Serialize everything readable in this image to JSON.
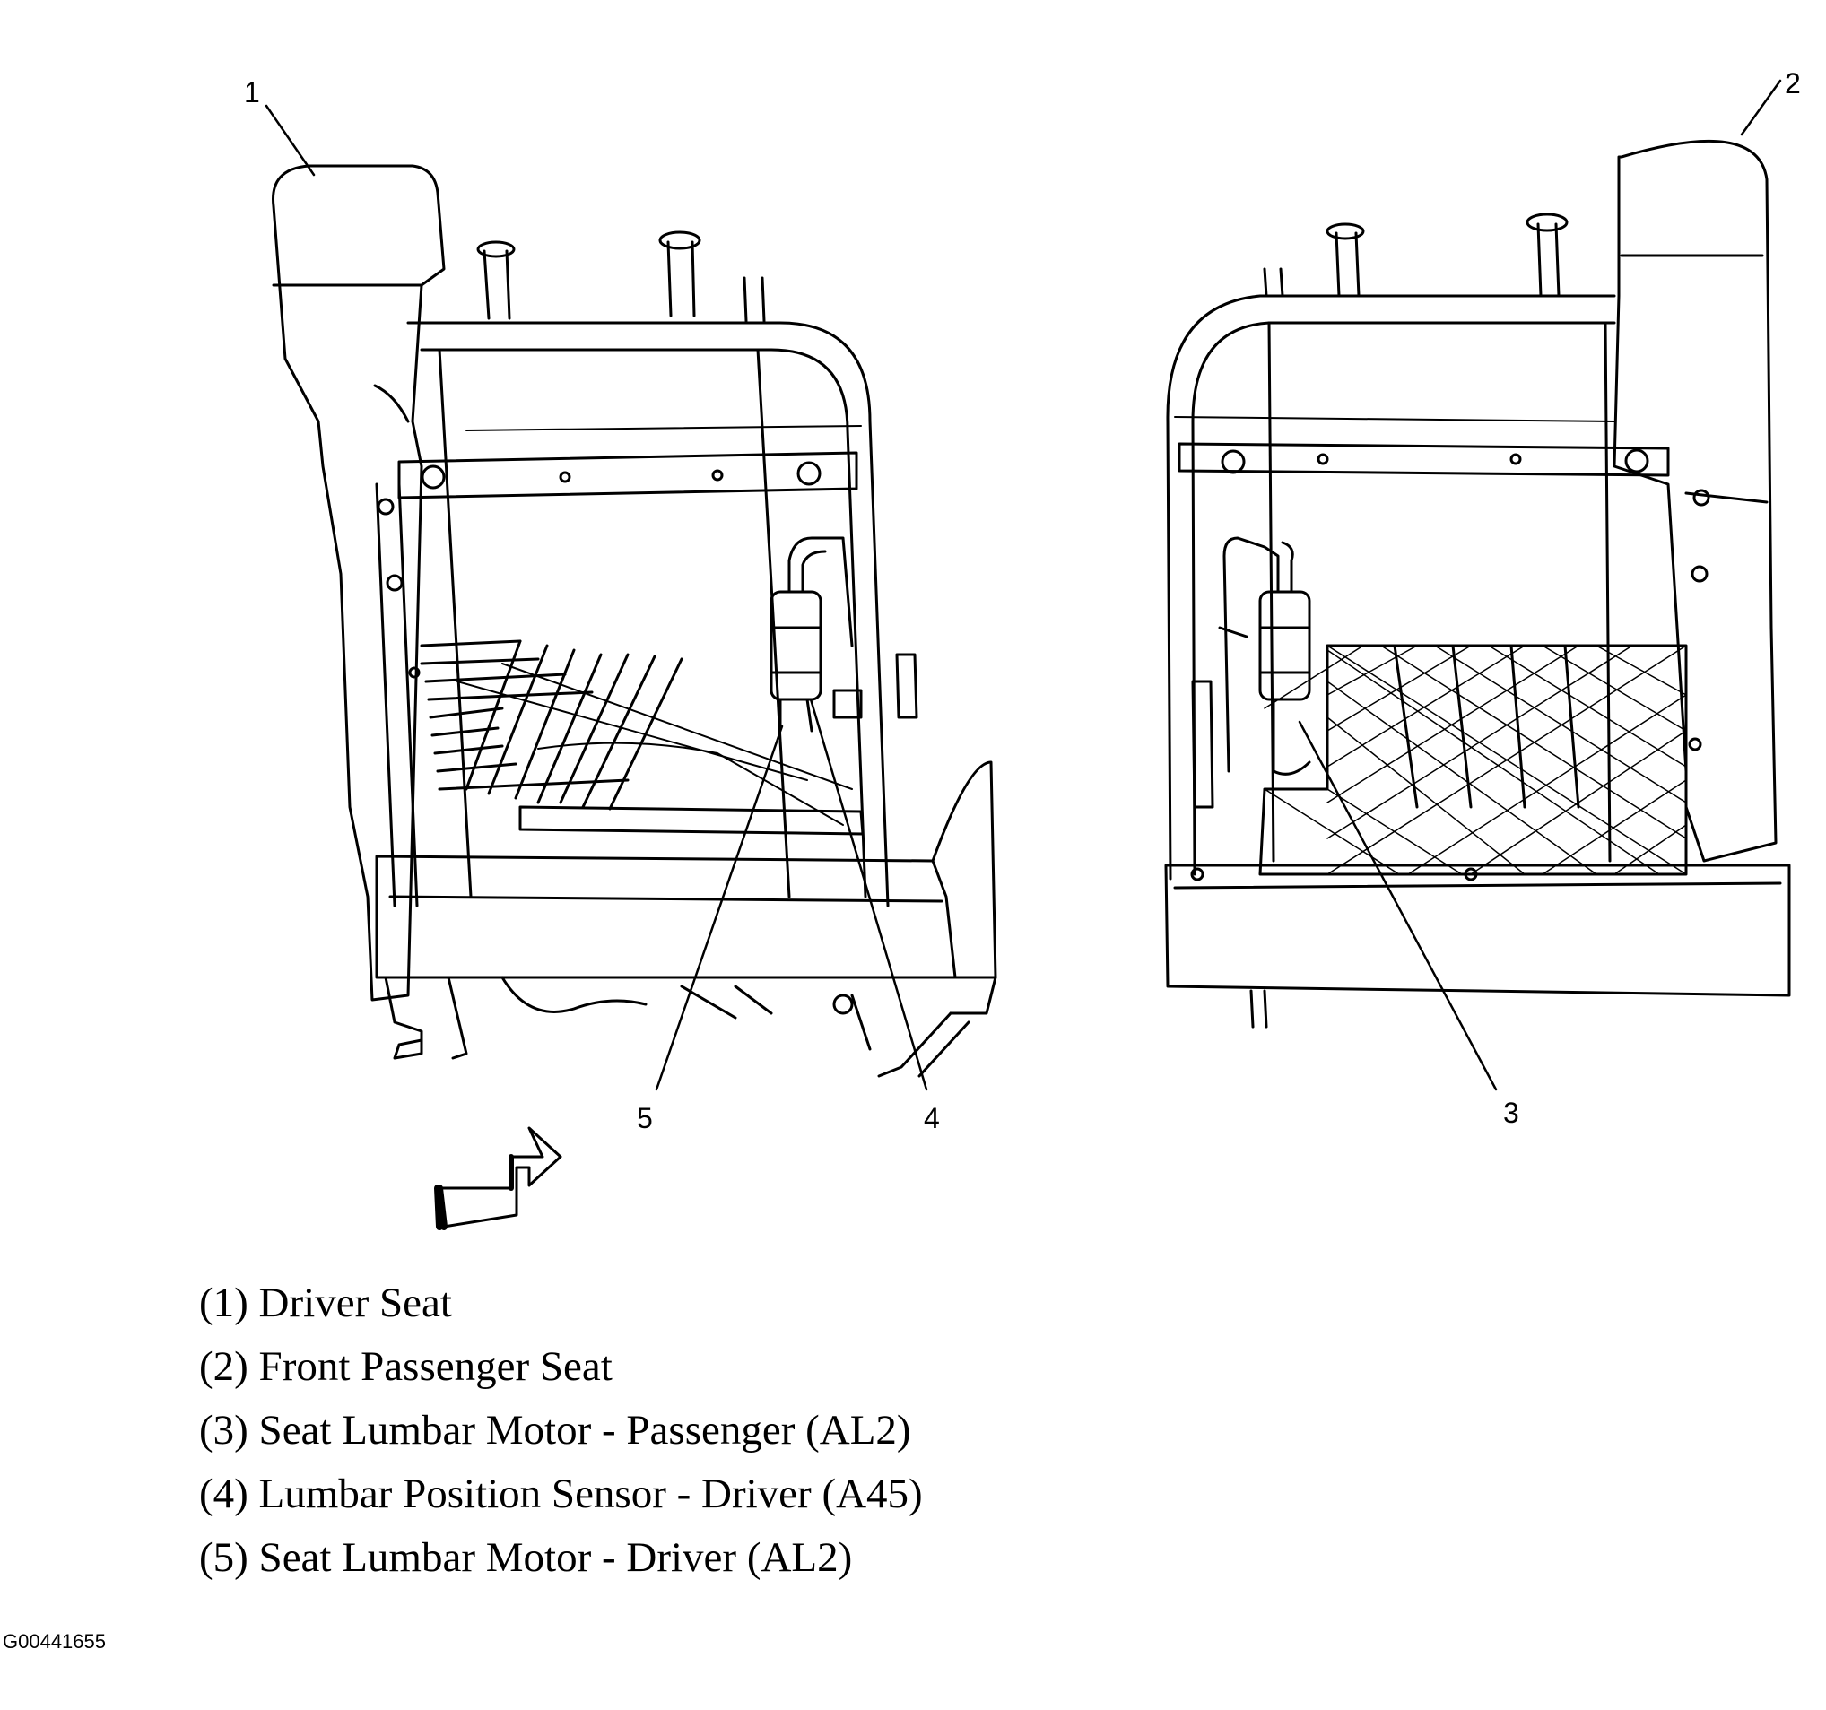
{
  "callouts": {
    "c1": "1",
    "c2": "2",
    "c3": "3",
    "c4": "4",
    "c5": "5"
  },
  "legend": [
    "(1) Driver Seat",
    "(2) Front Passenger Seat",
    "(3) Seat Lumbar Motor - Passenger (AL2)",
    "(4) Lumbar Position Sensor - Driver (A45)",
    "(5) Seat Lumbar Motor - Driver (AL2)"
  ],
  "figure_id": "G00441655",
  "colors": {
    "line": "#000000",
    "background": "#ffffff"
  }
}
